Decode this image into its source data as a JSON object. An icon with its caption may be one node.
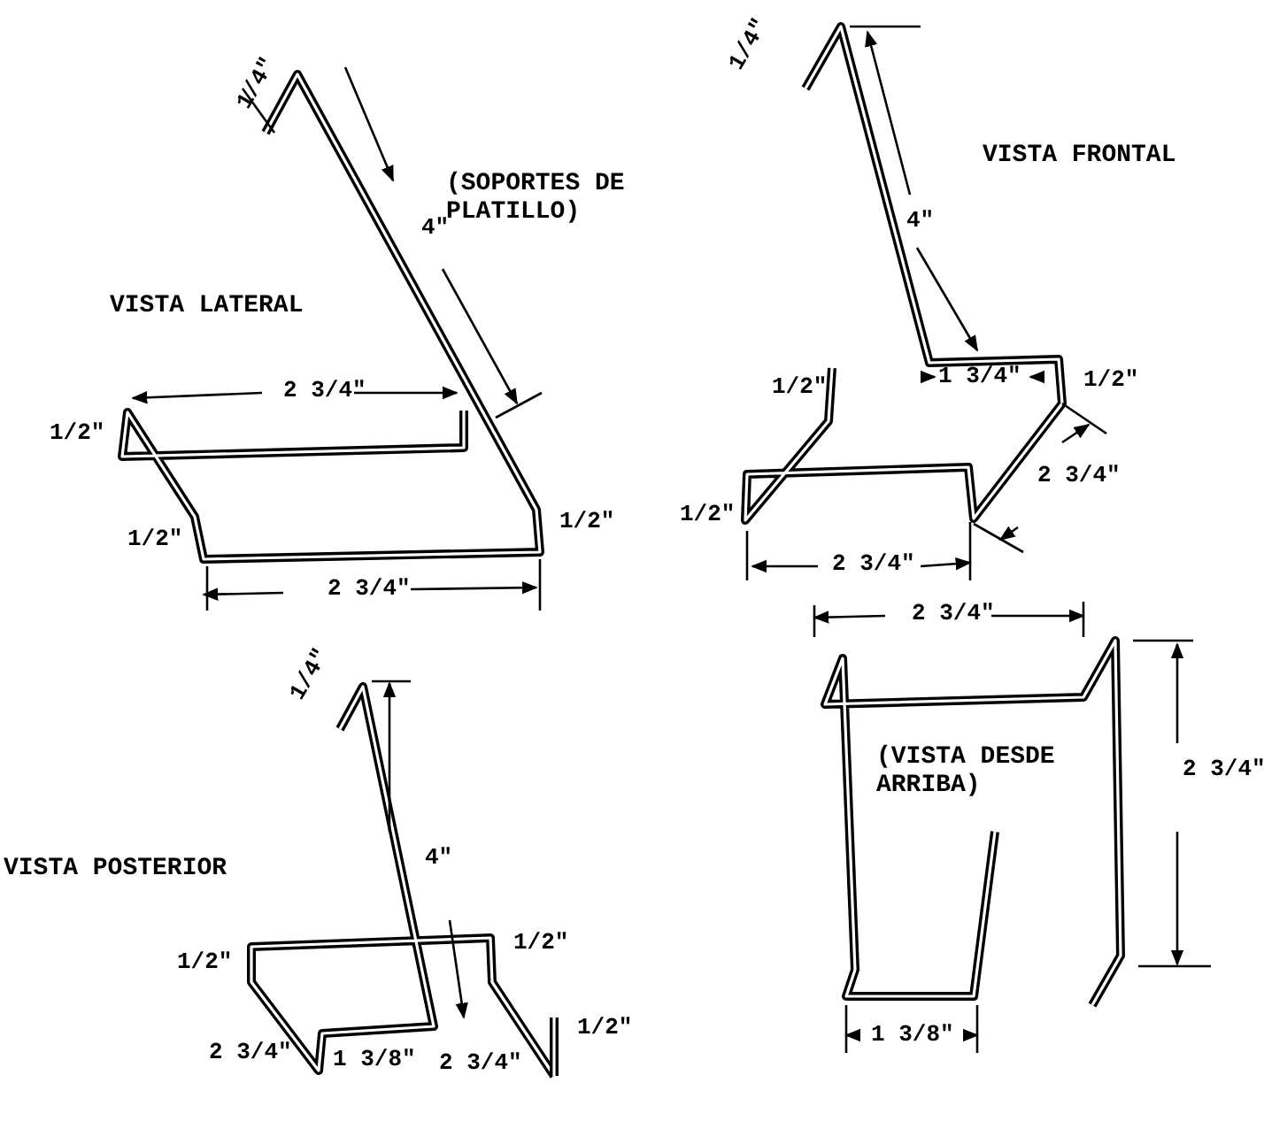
{
  "diagram": {
    "labels": [
      "1/4\"",
      "4\"",
      "(SOPORTES DE PLATILLO)",
      "VISTA LATERAL",
      "2 3/4\"",
      "1/2\"",
      "1/2\"",
      "1/2\"",
      "2 3/4\"",
      "1/4\"",
      "VISTA FRONTAL",
      "4\"",
      "1 3/4\"",
      "1/2\"",
      "1/2\"",
      "1/2\"",
      "2 3/4\"",
      "2 3/4\"",
      "2 3/4\"",
      "(VISTA DESDE ARRIBA)",
      "2 3/4\"",
      "1 3/8\"",
      "1/4\"",
      "VISTA POSTERIOR",
      "4\"",
      "1/2\"",
      "1/2\"",
      "2 3/4\"",
      "1 3/8\"",
      "2 3/4\"",
      "1/2\""
    ]
  }
}
